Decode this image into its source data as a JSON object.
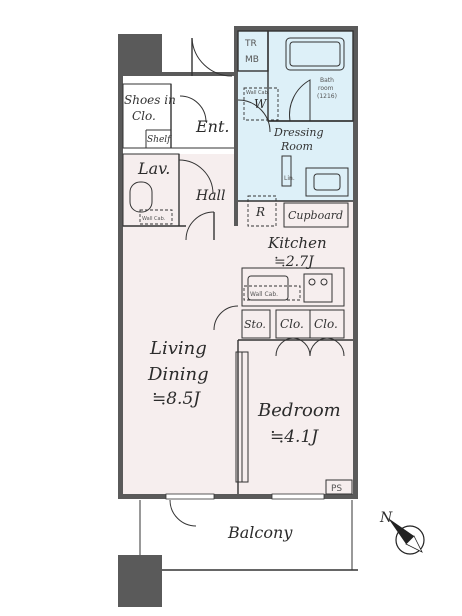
{
  "rooms": {
    "shoes_closet": "Shoes in\nClo.",
    "shelf": "Shelf",
    "entrance": "Ent.",
    "lavatory": "Lav.",
    "hall": "Hall",
    "tr_mb": "TR\nMB",
    "washer": "W",
    "washer_tag": "Wall Cab.",
    "bathroom": "Bath\nroom\n(1216)",
    "dressing_room": "Dressing\nRoom",
    "linen": "Lin.",
    "refrigerator": "R",
    "cupboard": "Cupboard",
    "kitchen": "Kitchen",
    "kitchen_size": "≒2.7J",
    "kitchen_wall_cab": "Wall Cab.",
    "storage": "Sto.",
    "closet_1": "Clo.",
    "closet_2": "Clo.",
    "living_dining": "Living\nDining",
    "living_dining_size": "≒8.5J",
    "bedroom": "Bedroom",
    "bedroom_size": "≒4.1J",
    "pipe_space": "PS",
    "balcony": "Balcony",
    "toilet_wall_cab": "Wall Cab."
  },
  "compass": {
    "label": "N"
  },
  "colors": {
    "purple_storage": "#c9bfe0",
    "wet_area": "#ddf0f8",
    "main_floor": "#f6eeee",
    "wall": "#5a5a5a"
  }
}
